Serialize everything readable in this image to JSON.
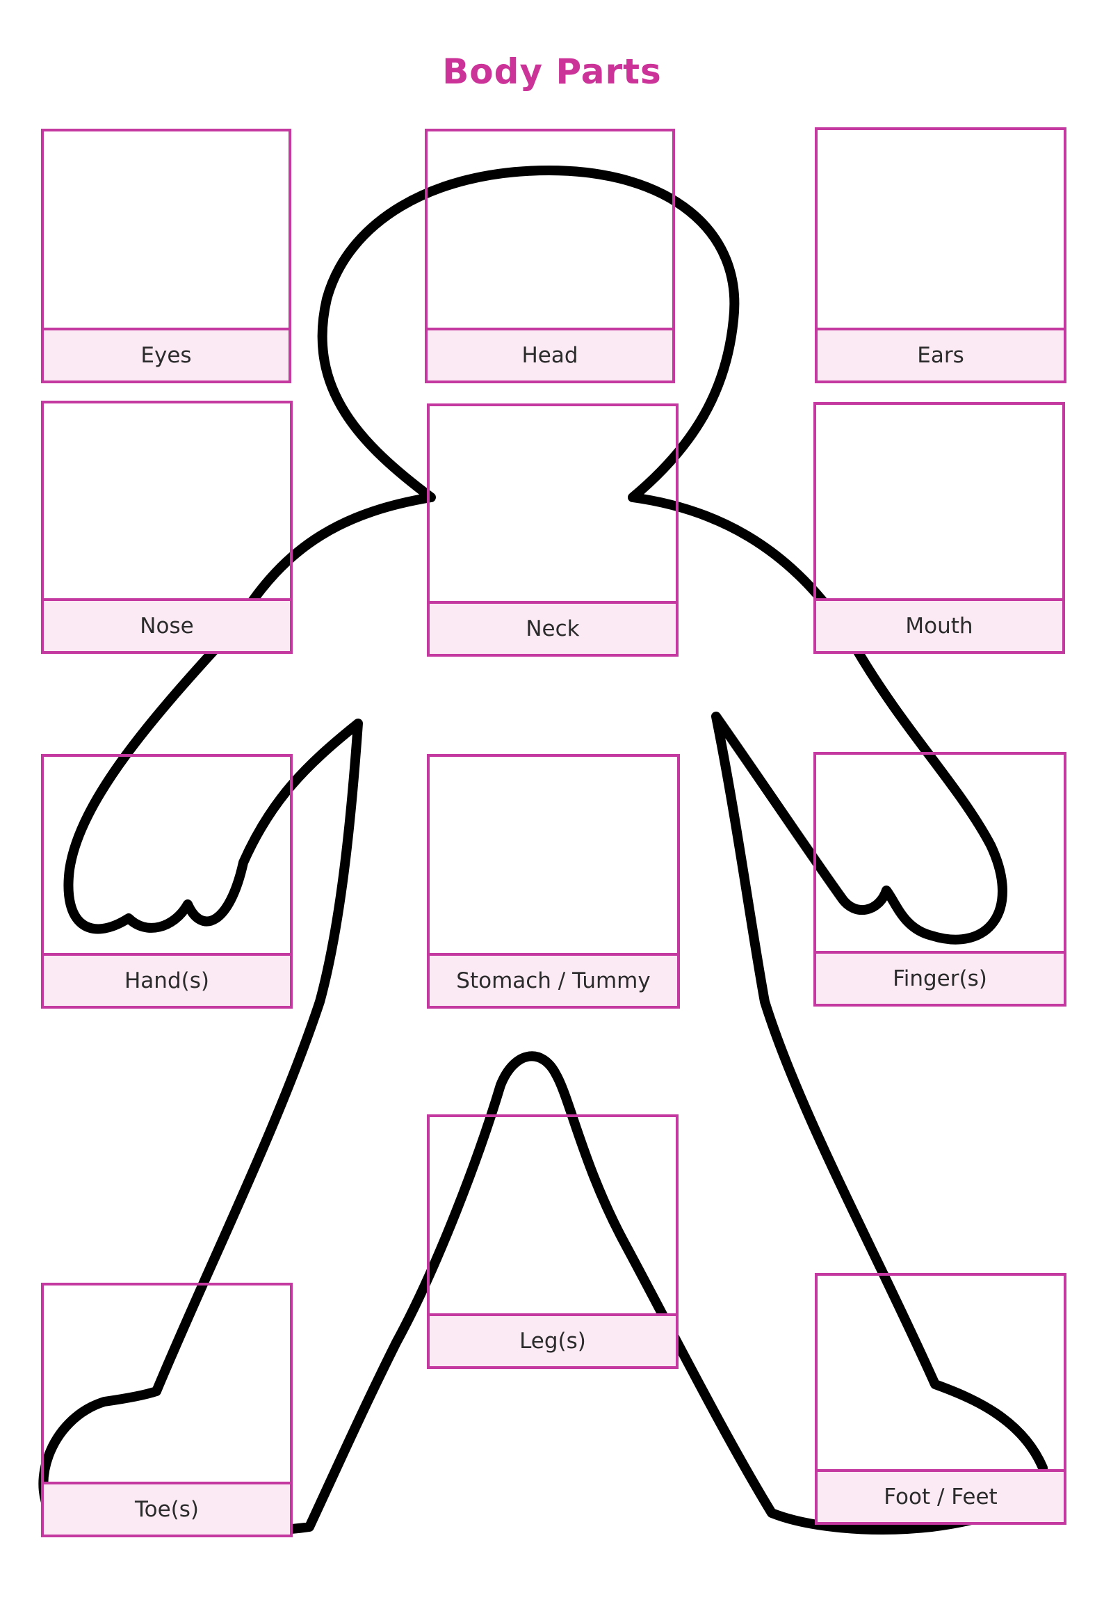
{
  "worksheet": {
    "title": "Body Parts",
    "colors": {
      "accent": "#c4399f",
      "title": "#cc3399",
      "label_fill": "#fbeaf4",
      "outline": "#000000"
    },
    "cards": [
      {
        "key": "eyes",
        "label": "Eyes"
      },
      {
        "key": "head",
        "label": "Head"
      },
      {
        "key": "ears",
        "label": "Ears"
      },
      {
        "key": "nose",
        "label": "Nose"
      },
      {
        "key": "neck",
        "label": "Neck"
      },
      {
        "key": "mouth",
        "label": "Mouth"
      },
      {
        "key": "hands",
        "label": "Hand(s)"
      },
      {
        "key": "stomach",
        "label": "Stomach / Tummy"
      },
      {
        "key": "fingers",
        "label": "Finger(s)"
      },
      {
        "key": "legs",
        "label": "Leg(s)"
      },
      {
        "key": "toes",
        "label": "Toe(s)"
      },
      {
        "key": "feet",
        "label": "Foot / Feet"
      }
    ]
  }
}
